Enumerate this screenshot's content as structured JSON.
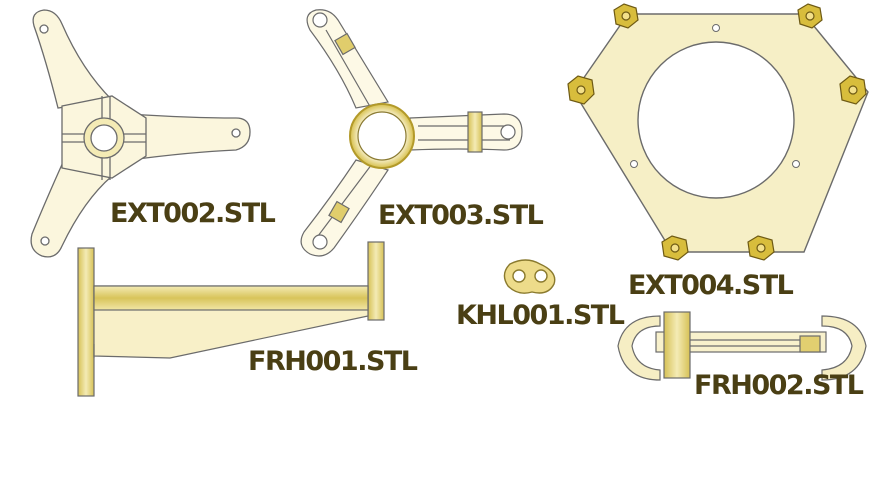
{
  "parts": [
    {
      "id": "ext002",
      "label": "EXT002.STL"
    },
    {
      "id": "ext003",
      "label": "EXT003.STL"
    },
    {
      "id": "ext004",
      "label": "EXT004.STL"
    },
    {
      "id": "frh001",
      "label": "FRH001.STL"
    },
    {
      "id": "khl001",
      "label": "KHL001.STL"
    },
    {
      "id": "frh002",
      "label": "FRH002.STL"
    }
  ],
  "colors": {
    "fill": "#f7f0c4",
    "fill_dark": "#e6d88a",
    "shade": "#d9c55a",
    "line": "#6b6b6b",
    "label": "#4a3f14",
    "nut": "#d6bb3a"
  }
}
